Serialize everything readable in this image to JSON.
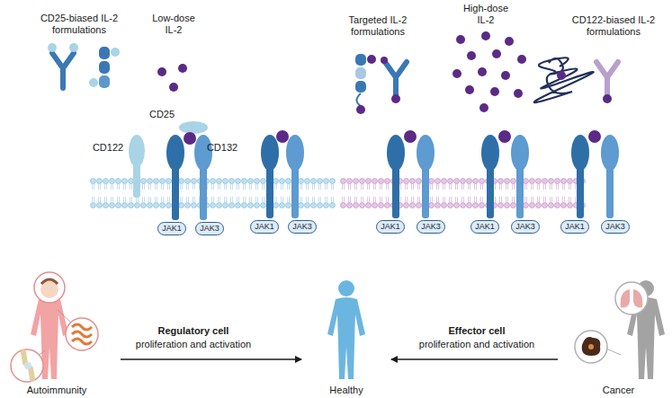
{
  "diagram": {
    "nodes": [
      {
        "text": [
          "JAK1"
        ]
      },
      {
        "text": [
          "JAK3"
        ]
      },
      {
        "text": [
          "JAK1"
        ]
      },
      {
        "text": [
          "JAK3"
        ]
      },
      {
        "text": [
          "JAK1"
        ]
      },
      {
        "text": [
          "JAK3"
        ]
      },
      {
        "text": [
          "JAK1"
        ]
      },
      {
        "text": [
          "JAK3"
        ]
      },
      {
        "text": [
          "JAK1"
        ]
      },
      {
        "text": [
          "JAK3"
        ]
      },
      {
        "text": [
          "Autoimmunity"
        ]
      },
      {
        "text": [
          "Healthy"
        ]
      },
      {
        "text": [
          "Cancer"
        ]
      }
    ],
    "edges": [
      {
        "from": 10,
        "to": 11,
        "arrow": "to"
      },
      {
        "from": 12,
        "to": 11,
        "arrow": "to"
      }
    ],
    "labels": [
      "CD25-biased IL-2 formulations",
      "Low-dose IL-2",
      "Targeted IL-2 formulations",
      "High-dose IL-2",
      "CD122-biased IL-2 formulations",
      "CD25",
      "CD122",
      "CD132",
      "Regulatory cell",
      "proliferation and activation",
      "Effector cell",
      "proliferation and activation"
    ]
  }
}
